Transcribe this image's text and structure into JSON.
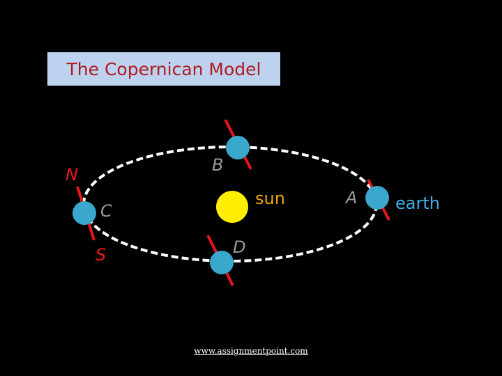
{
  "title": "The Copernican Model",
  "labels": {
    "sun": "sun",
    "earth": "earth",
    "north": "N",
    "south": "S",
    "position_a": "A",
    "position_b": "B",
    "position_c": "C",
    "position_d": "D"
  },
  "footer": "www.assignmentpoint.com",
  "colors": {
    "background": "#000000",
    "title_box": "#bcd2ee",
    "title_text": "#b01a20",
    "orbit": "#ffffff",
    "earth": "#3aa7cc",
    "axis": "#e8161c",
    "sun": "#ffee00",
    "position_label": "#9a9a9a",
    "sun_label": "#f4a700",
    "earth_label": "#42aee8",
    "pole_label": "#e8161c"
  }
}
